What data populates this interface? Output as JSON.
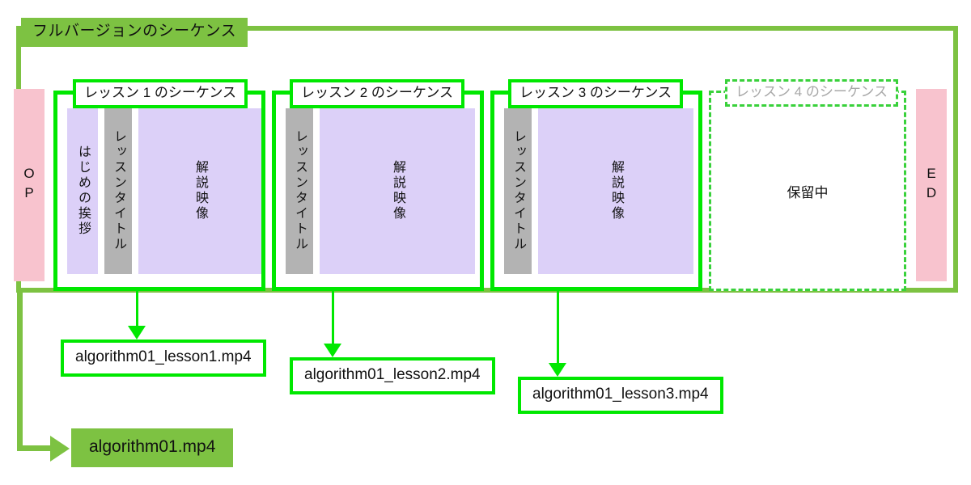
{
  "diagram": {
    "full_sequence": {
      "title": "フルバージョンのシーケンス",
      "frame_color": "#7DC242"
    },
    "op_bar": {
      "label": "OP",
      "color": "#F8C3CE"
    },
    "ed_bar": {
      "label": "ED",
      "color": "#F8C3CE"
    },
    "lessons": [
      {
        "title": "レッスン 1 のシーケンス",
        "status": "active",
        "clips": [
          {
            "label": "はじめの挨拶",
            "kind": "greeting",
            "color": "#DCD0F8"
          },
          {
            "label": "レッスンタイトル",
            "kind": "title",
            "color": "#B3B3B3"
          },
          {
            "label": "解説映像",
            "kind": "video",
            "color": "#DCD0F8"
          }
        ],
        "output": "algorithm01_lesson1.mp4"
      },
      {
        "title": "レッスン 2 のシーケンス",
        "status": "active",
        "clips": [
          {
            "label": "レッスンタイトル",
            "kind": "title",
            "color": "#B3B3B3"
          },
          {
            "label": "解説映像",
            "kind": "video",
            "color": "#DCD0F8"
          }
        ],
        "output": "algorithm01_lesson2.mp4"
      },
      {
        "title": "レッスン 3 のシーケンス",
        "status": "active",
        "clips": [
          {
            "label": "レッスンタイトル",
            "kind": "title",
            "color": "#B3B3B3"
          },
          {
            "label": "解説映像",
            "kind": "video",
            "color": "#DCD0F8"
          }
        ],
        "output": "algorithm01_lesson3.mp4"
      },
      {
        "title": "レッスン 4 のシーケンス",
        "status": "pending",
        "pending_label": "保留中",
        "clips": [],
        "output": null
      }
    ],
    "final_output": "algorithm01.mp4",
    "colors": {
      "accent_green": "#00E800",
      "frame_green": "#7DC242",
      "pending_green": "#39D13B",
      "pink": "#F8C3CE",
      "purple": "#DCD0F8",
      "gray": "#B3B3B3",
      "pending_text": "#A8A8A8"
    }
  }
}
